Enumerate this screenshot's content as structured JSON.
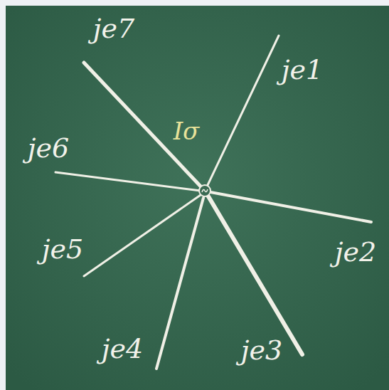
{
  "diagram": {
    "labels": [
      "je7",
      "je1",
      "Iσ",
      "je6",
      "je2",
      "je5",
      "je4",
      "je3"
    ]
  }
}
